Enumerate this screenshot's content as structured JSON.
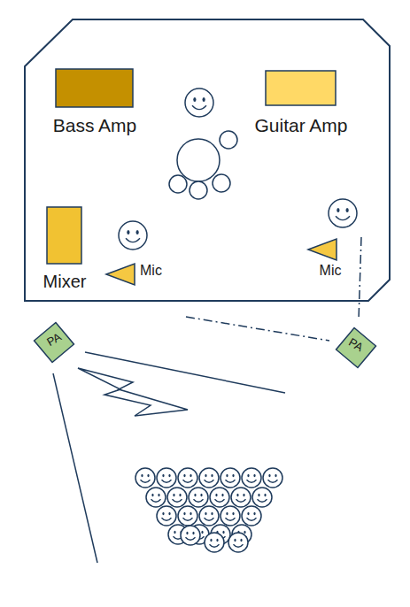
{
  "diagram": {
    "nodes": [
      {
        "text": [
          "Bass Amp"
        ]
      },
      {
        "text": [
          "Guitar Amp"
        ]
      },
      {
        "text": [
          "Mixer"
        ]
      },
      {
        "text": [
          "Mic"
        ]
      },
      {
        "text": [
          "Mic"
        ]
      },
      {
        "text": [
          "PA"
        ]
      },
      {
        "text": [
          "PA"
        ]
      }
    ]
  }
}
